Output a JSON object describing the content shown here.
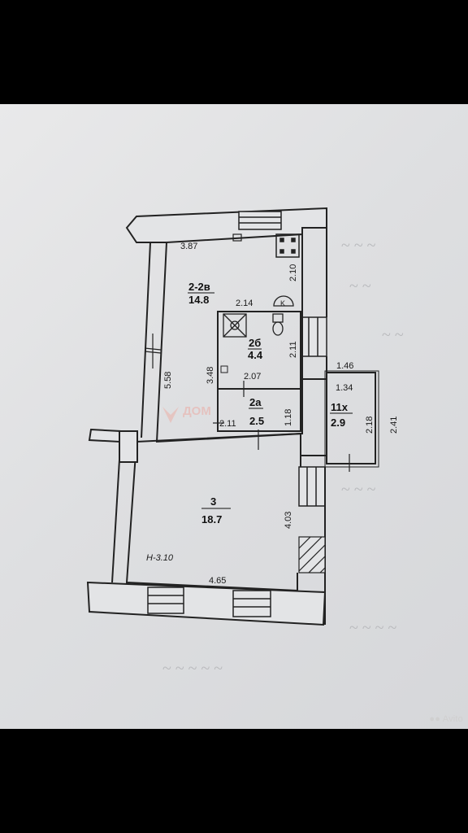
{
  "rooms": [
    {
      "number": "2-2в",
      "area": "14.8"
    },
    {
      "number": "2б",
      "area": "4.4"
    },
    {
      "number": "2а",
      "area": "2.5"
    },
    {
      "number": "11х",
      "area": "2.9"
    },
    {
      "number": "3",
      "area": "18.7"
    }
  ],
  "dimensions": {
    "top_width": "3.87",
    "right_upper": "2.10",
    "corridor": "2.14",
    "bath_right": "2.11",
    "bath_left": "3.48",
    "bath_bottom": "2.07",
    "hall_left": "2.11",
    "hall_right": "1.18",
    "left_wall": "5.58",
    "balcony_top": "1.46",
    "balcony_inner": "1.34",
    "balcony_right_inner": "2.18",
    "balcony_right_outer": "2.41",
    "room3_right": "4.03",
    "room3_bottom": "4.65"
  },
  "ceiling_height": "Н-3.10",
  "watermark": "Avito",
  "colors": {
    "paper": "#e3e4e6",
    "ink": "#222222",
    "background": "#000000"
  }
}
